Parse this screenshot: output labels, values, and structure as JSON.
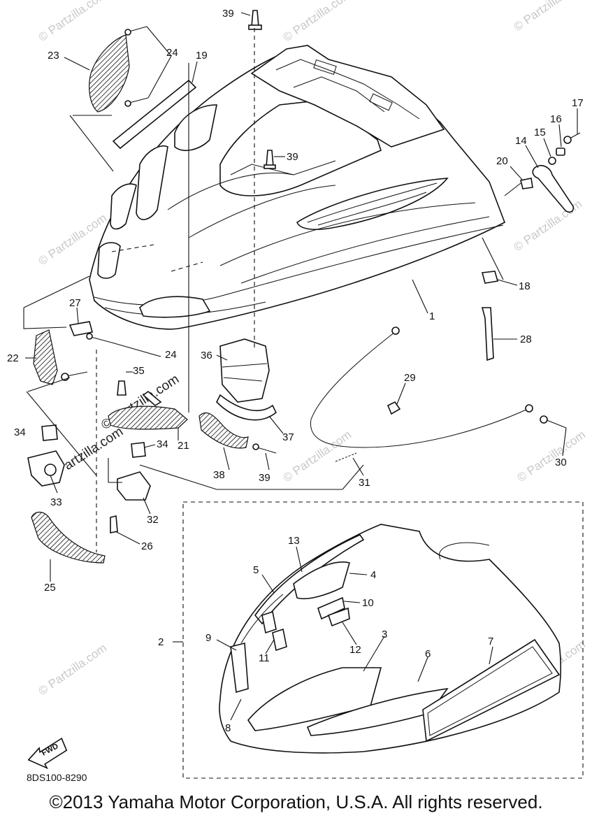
{
  "diagram": {
    "diagram_code": "8DS100-8290",
    "fwd_label": "FWD",
    "watermark_text": "© Partzilla.com",
    "callouts": [
      {
        "id": "c39a",
        "label": "39"
      },
      {
        "id": "c23",
        "label": "23"
      },
      {
        "id": "c24a",
        "label": "24"
      },
      {
        "id": "c19",
        "label": "19"
      },
      {
        "id": "c17",
        "label": "17"
      },
      {
        "id": "c16",
        "label": "16"
      },
      {
        "id": "c15",
        "label": "15"
      },
      {
        "id": "c14",
        "label": "14"
      },
      {
        "id": "c20",
        "label": "20"
      },
      {
        "id": "c39b",
        "label": "39"
      },
      {
        "id": "c18",
        "label": "18"
      },
      {
        "id": "c1",
        "label": "1"
      },
      {
        "id": "c27",
        "label": "27"
      },
      {
        "id": "c22",
        "label": "22"
      },
      {
        "id": "c24b",
        "label": "24"
      },
      {
        "id": "c35",
        "label": "35"
      },
      {
        "id": "c36",
        "label": "36"
      },
      {
        "id": "c28",
        "label": "28"
      },
      {
        "id": "c29",
        "label": "29"
      },
      {
        "id": "c34a",
        "label": "34"
      },
      {
        "id": "c34b",
        "label": "34"
      },
      {
        "id": "c21",
        "label": "21"
      },
      {
        "id": "c37",
        "label": "37"
      },
      {
        "id": "c30",
        "label": "30"
      },
      {
        "id": "c33",
        "label": "33"
      },
      {
        "id": "c38",
        "label": "38"
      },
      {
        "id": "c39c",
        "label": "39"
      },
      {
        "id": "c31",
        "label": "31"
      },
      {
        "id": "c32",
        "label": "32"
      },
      {
        "id": "c26",
        "label": "26"
      },
      {
        "id": "c25",
        "label": "25"
      },
      {
        "id": "c13",
        "label": "13"
      },
      {
        "id": "c5",
        "label": "5"
      },
      {
        "id": "c4",
        "label": "4"
      },
      {
        "id": "c10",
        "label": "10"
      },
      {
        "id": "c2",
        "label": "2"
      },
      {
        "id": "c9",
        "label": "9"
      },
      {
        "id": "c3",
        "label": "3"
      },
      {
        "id": "c6",
        "label": "6"
      },
      {
        "id": "c7",
        "label": "7"
      },
      {
        "id": "c11",
        "label": "11"
      },
      {
        "id": "c12",
        "label": "12"
      },
      {
        "id": "c8",
        "label": "8"
      }
    ]
  },
  "footer": {
    "copyright": "©2013 Yamaha Motor Corporation, U.S.A. All rights reserved."
  }
}
